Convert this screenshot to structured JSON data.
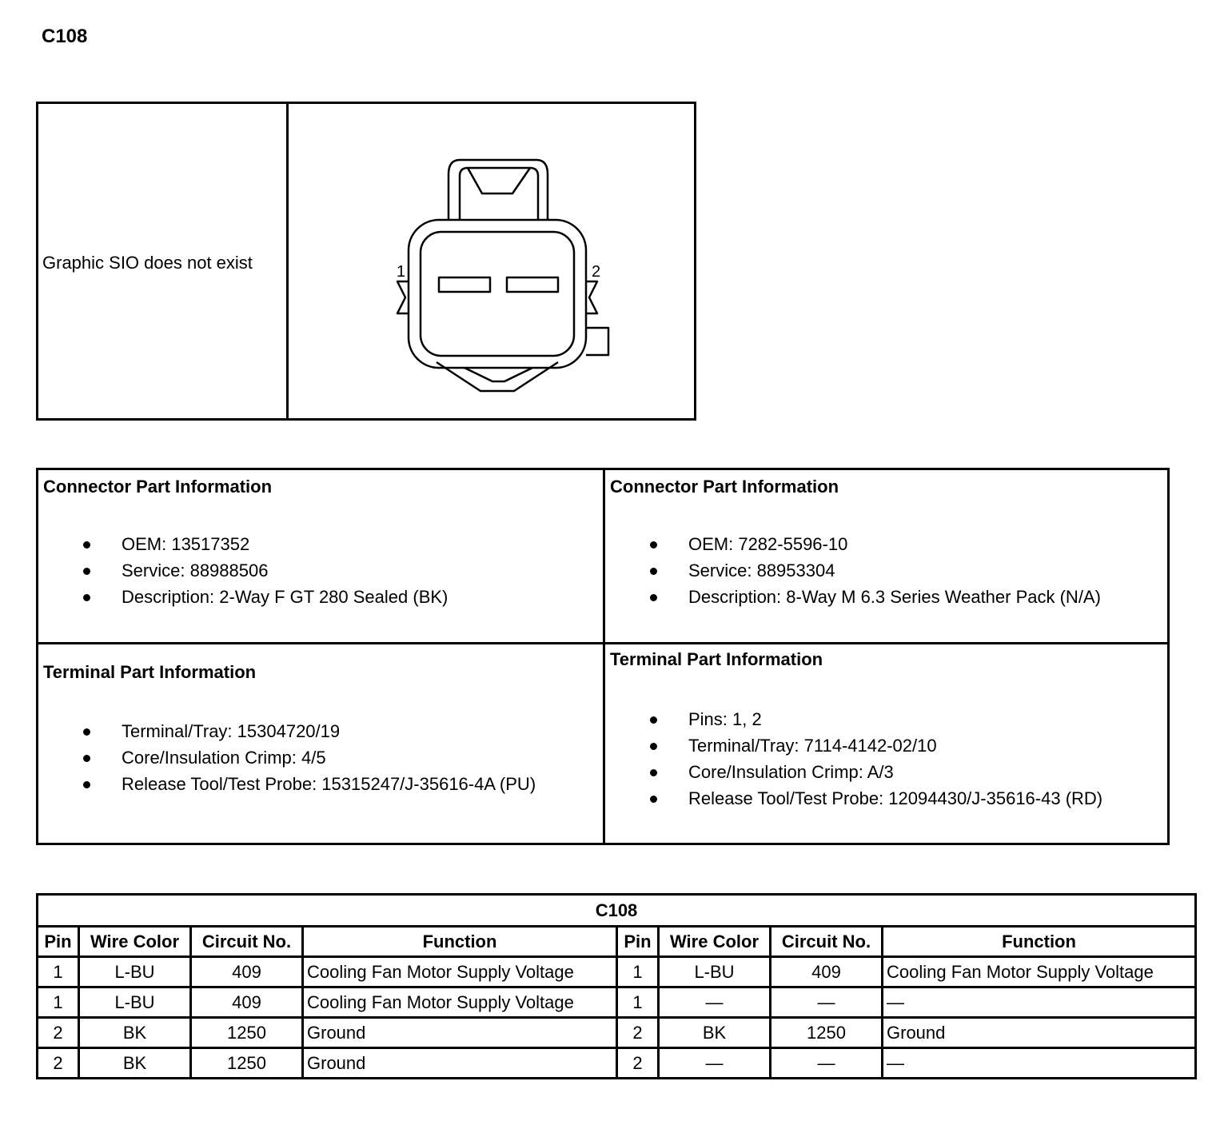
{
  "page_title": "C108",
  "image_box": {
    "missing_graphic_text": "Graphic SIO does not exist",
    "pin_labels": [
      "1",
      "2"
    ]
  },
  "part_info": {
    "left": {
      "connector": {
        "heading": "Connector Part Information",
        "items": [
          "OEM: 13517352",
          "Service: 88988506",
          "Description: 2-Way F GT 280 Sealed (BK)"
        ]
      },
      "terminal": {
        "heading": "Terminal Part Information",
        "items": [
          "Terminal/Tray: 15304720/19",
          "Core/Insulation Crimp: 4/5",
          "Release Tool/Test Probe: 15315247/J-35616-4A (PU)"
        ]
      }
    },
    "right": {
      "connector": {
        "heading": "Connector Part Information",
        "items": [
          "OEM: 7282-5596-10",
          "Service: 88953304",
          "Description: 8-Way M 6.3 Series Weather Pack (N/A)"
        ]
      },
      "terminal": {
        "heading": "Terminal Part Information",
        "items": [
          "Pins: 1, 2",
          "Terminal/Tray: 7114-4142-02/10",
          "Core/Insulation Crimp: A/3",
          "Release Tool/Test Probe: 12094430/J-35616-43 (RD)"
        ]
      }
    }
  },
  "pin_table": {
    "title": "C108",
    "headers": [
      "Pin",
      "Wire Color",
      "Circuit No.",
      "Function",
      "Pin",
      "Wire Color",
      "Circuit No.",
      "Function"
    ],
    "rows": [
      [
        "1",
        "L-BU",
        "409",
        "Cooling Fan Motor Supply Voltage",
        "1",
        "L-BU",
        "409",
        "Cooling Fan Motor Supply Voltage"
      ],
      [
        "1",
        "L-BU",
        "409",
        "Cooling Fan Motor Supply Voltage",
        "1",
        "—",
        "—",
        "—"
      ],
      [
        "2",
        "BK",
        "1250",
        "Ground",
        "2",
        "BK",
        "1250",
        "Ground"
      ],
      [
        "2",
        "BK",
        "1250",
        "Ground",
        "2",
        "—",
        "—",
        "—"
      ]
    ]
  }
}
